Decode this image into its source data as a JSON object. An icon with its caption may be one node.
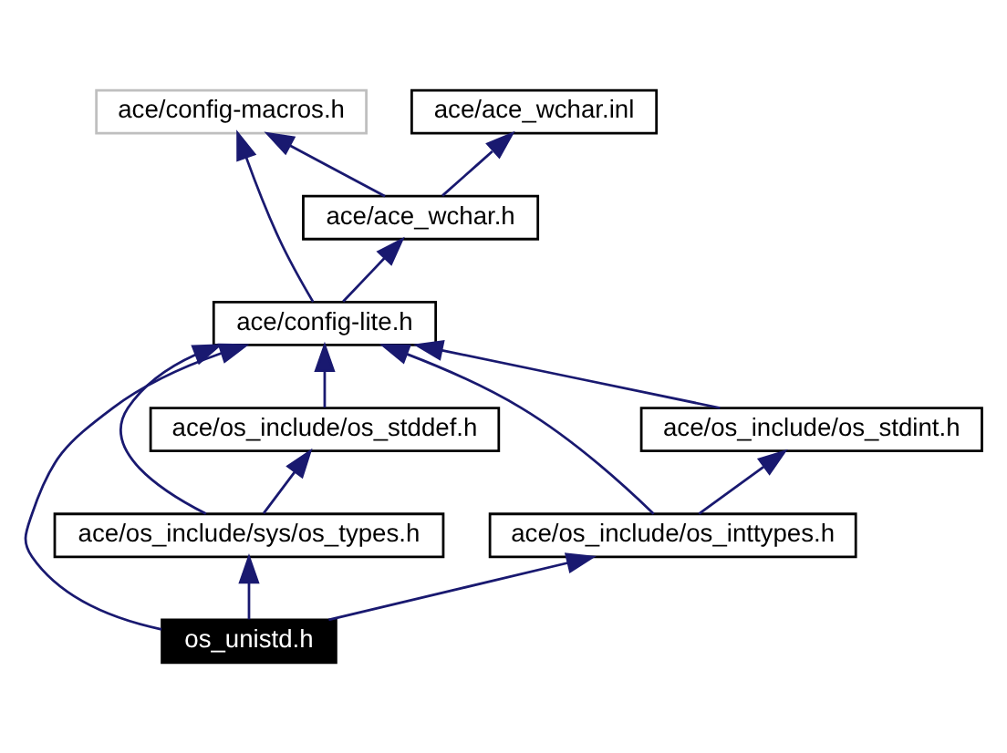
{
  "diagram": {
    "nodes": [
      {
        "text": [
          "ace/config-macros.h"
        ]
      },
      {
        "text": [
          "ace/ace_wchar.inl"
        ]
      },
      {
        "text": [
          "ace/ace_wchar.h"
        ]
      },
      {
        "text": [
          "ace/config-lite.h"
        ]
      },
      {
        "text": [
          "ace/os_include/os_stddef.h"
        ]
      },
      {
        "text": [
          "ace/os_include/os_stdint.h"
        ]
      },
      {
        "text": [
          "ace/os_include/sys/os_types.h"
        ]
      },
      {
        "text": [
          "ace/os_include/os_inttypes.h"
        ]
      },
      {
        "text": [
          "os_unistd.h"
        ]
      }
    ],
    "edges": [
      {
        "from": 2,
        "to": 0,
        "arrow": "to"
      },
      {
        "from": 2,
        "to": 1,
        "arrow": "to"
      },
      {
        "from": 3,
        "to": 0,
        "arrow": "to"
      },
      {
        "from": 3,
        "to": 2,
        "arrow": "to"
      },
      {
        "from": 4,
        "to": 3,
        "arrow": "to"
      },
      {
        "from": 5,
        "to": 3,
        "arrow": "to"
      },
      {
        "from": 6,
        "to": 3,
        "arrow": "to"
      },
      {
        "from": 6,
        "to": 4,
        "arrow": "to"
      },
      {
        "from": 7,
        "to": 3,
        "arrow": "to"
      },
      {
        "from": 7,
        "to": 5,
        "arrow": "to"
      },
      {
        "from": 8,
        "to": 3,
        "arrow": "to"
      },
      {
        "from": 8,
        "to": 6,
        "arrow": "to"
      },
      {
        "from": 8,
        "to": 7,
        "arrow": "to"
      }
    ]
  }
}
